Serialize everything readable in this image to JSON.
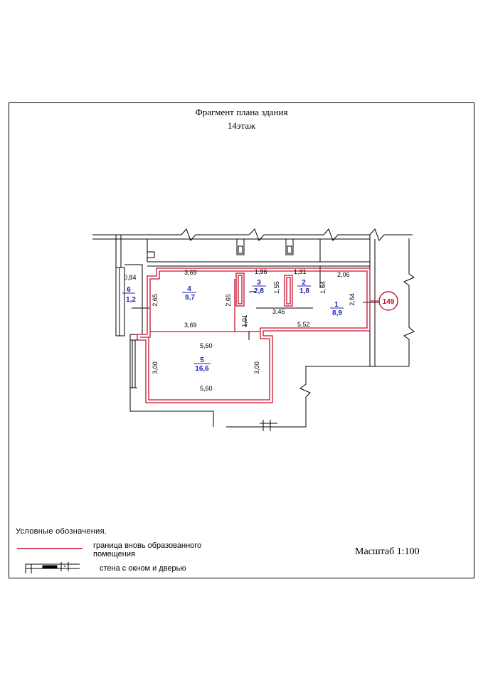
{
  "header": {
    "title": "Фрагмент плана здания",
    "floor": "14этаж"
  },
  "plan": {
    "dimensions": {
      "d369_top": "3,69",
      "d196": "1,96",
      "d131": "1,31",
      "d206": "2,06",
      "d084": "0,84",
      "d265_left": "2,65",
      "d265_mid": "2,65",
      "d155": "1,55",
      "d164": "1,64",
      "d264": "2,64",
      "d346": "3,46",
      "d101": "1,01",
      "d369_bottom": "3,69",
      "d552": "5,52",
      "d560_top": "5,60",
      "d300_left": "3,00",
      "d300_right": "3,00",
      "d560_bottom": "5,60"
    },
    "rooms": [
      {
        "number": "1",
        "area": "8,9"
      },
      {
        "number": "2",
        "area": "1,8"
      },
      {
        "number": "3",
        "area": "2,8"
      },
      {
        "number": "4",
        "area": "9,7"
      },
      {
        "number": "5",
        "area": "16,6"
      },
      {
        "number": "6",
        "area": "1,2"
      }
    ],
    "premise_number": "149",
    "colors": {
      "boundary": "#c8102e",
      "room_label": "#1f1fb4",
      "wall": "#000000"
    }
  },
  "legend": {
    "title": "Условные обозначения.",
    "boundary_label_1": "граница  вновь образованного",
    "boundary_label_2": "помещения",
    "wall_label": "стена с окном и дверью"
  },
  "scale": "Масштаб 1:100"
}
